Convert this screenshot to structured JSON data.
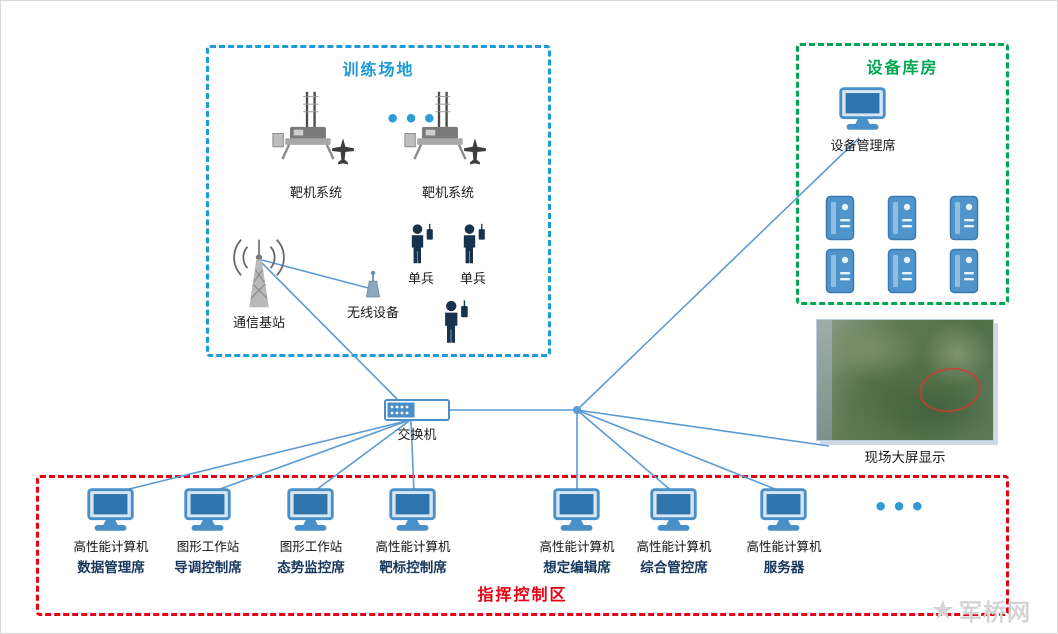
{
  "colors": {
    "training_border": "#1C9BD8",
    "warehouse_border": "#00A651",
    "command_border": "#E60012",
    "connection_line": "#5B9BD5",
    "station_name_text": "#17375E",
    "label_text": "#1A1A1A"
  },
  "icons": {
    "computer": "desktop-computer-icon",
    "server": "server-tower-icon",
    "switch": "network-switch-icon",
    "base_station": "antenna-tower-icon",
    "wireless_device": "antenna-icon",
    "soldier": "person-icon",
    "watermark_star": "star-icon"
  },
  "training_area": {
    "title": "训练场地",
    "target_system_1": "靶机系统",
    "target_system_2": "靶机系统",
    "ellipsis": "•••",
    "base_station": "通信基站",
    "wireless_device": "无线设备",
    "soldier_1": "单兵",
    "soldier_2": "单兵"
  },
  "warehouse": {
    "title": "设备库房",
    "management_seat": "设备管理席",
    "server_count": 6
  },
  "network": {
    "switch": "交换机",
    "big_screen": "现场大屏显示"
  },
  "command_zone": {
    "title": "指挥控制区",
    "ellipsis": "•••",
    "stations": [
      {
        "type": "高性能计算机",
        "name": "数据管理席"
      },
      {
        "type": "图形工作站",
        "name": "导调控制席"
      },
      {
        "type": "图形工作站",
        "name": "态势监控席"
      },
      {
        "type": "高性能计算机",
        "name": "靶标控制席"
      },
      {
        "type": "高性能计算机",
        "name": "想定编辑席"
      },
      {
        "type": "高性能计算机",
        "name": "综合管控席"
      },
      {
        "type": "高性能计算机",
        "name": "服务器"
      }
    ]
  },
  "watermark": "军桥网"
}
